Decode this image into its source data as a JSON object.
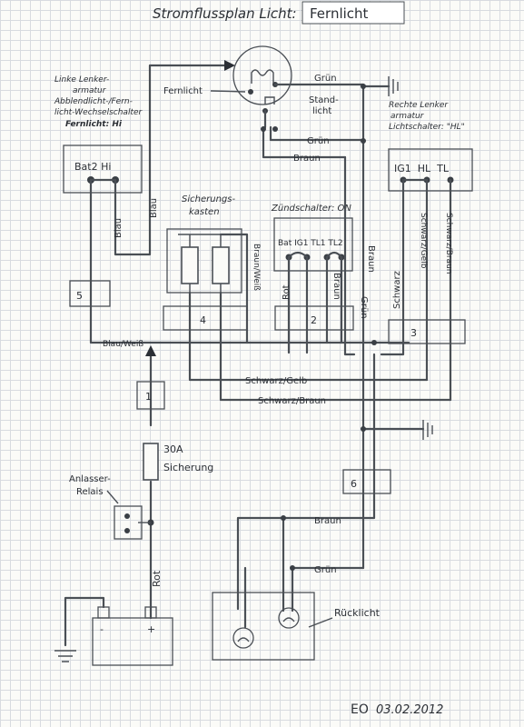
{
  "title": {
    "prefix": "Stromflussplan Licht:",
    "mode": "Fernlicht"
  },
  "left_switch": {
    "caption": [
      "Linke Lenker-",
      "armatur",
      "Abblendlicht-/Fern-",
      "licht-Wechselschalter",
      "Fernlicht: Hi"
    ],
    "terminals": "Bat2 Hi"
  },
  "right_switch": {
    "caption": [
      "Rechte Lenker",
      "armatur",
      "Lichtschalter: \"HL\""
    ],
    "terminals": "IG1  HL  TL"
  },
  "headlamp": {
    "fernlicht": "Fernlicht",
    "standlicht": [
      "Stand-",
      "licht"
    ]
  },
  "fuse_box": {
    "caption": [
      "Sicherungs-",
      "kasten"
    ],
    "wire": "Braun/Weiß"
  },
  "ignition": {
    "caption": "Zündschalter: ON",
    "terminals": "Bat IG1 TL1 TL2",
    "wire_rot": "Rot",
    "wire_braun": "Braun"
  },
  "connectors": [
    "1",
    "2",
    "3",
    "4",
    "5",
    "6"
  ],
  "wires": {
    "gruen": "Grün",
    "braun": "Braun",
    "blau": "Blau",
    "blau_weiss": "Blau/Weiß",
    "schwarz": "Schwarz",
    "schwarz_gelb": "Schwarz/Gelb",
    "schwarz_braun": "Schwarz/Braun",
    "rot": "Rot"
  },
  "main_fuse": {
    "rating": "30A",
    "label": "Sicherung"
  },
  "starter_relay": [
    "Anlasser-",
    "Relais"
  ],
  "battery": {
    "minus": "-",
    "plus": "+"
  },
  "taillight": "Rücklicht",
  "signature": {
    "initials": "EO",
    "date": "03.02.2012"
  }
}
